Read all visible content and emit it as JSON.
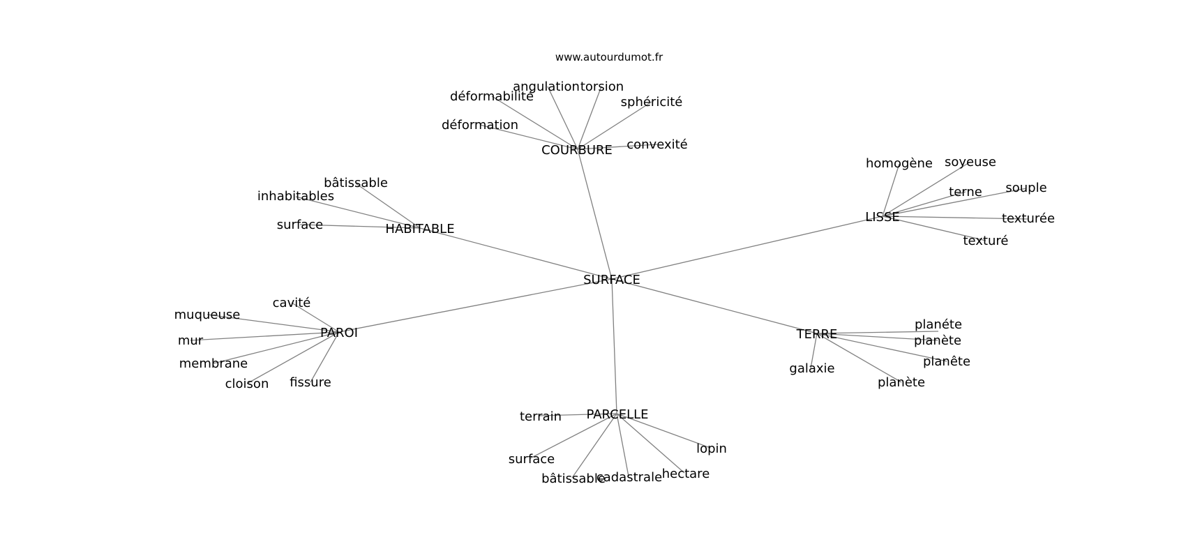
{
  "watermark": "www.autourdumot.fr",
  "graph": {
    "center": "SURFACE",
    "hubs": [
      {
        "name": "COURBURE",
        "words": [
          "angulation",
          "torsion",
          "déformabilité",
          "sphéricité",
          "déformation",
          "convexité"
        ]
      },
      {
        "name": "HABITABLE",
        "words": [
          "bâtissable",
          "inhabitables",
          "surface"
        ]
      },
      {
        "name": "LISSE",
        "words": [
          "homogène",
          "soyeuse",
          "terne",
          "souple",
          "texturée",
          "texturé"
        ]
      },
      {
        "name": "PAROI",
        "words": [
          "cavité",
          "muqueuse",
          "mur",
          "membrane",
          "cloison",
          "fissure"
        ]
      },
      {
        "name": "TERRE",
        "words": [
          "planéte",
          "planète",
          "planête",
          "galaxie",
          "planète"
        ]
      },
      {
        "name": "PARCELLE",
        "words": [
          "terrain",
          "lopin",
          "surface",
          "hectare",
          "bâtissable",
          "cadastrale"
        ]
      }
    ]
  }
}
